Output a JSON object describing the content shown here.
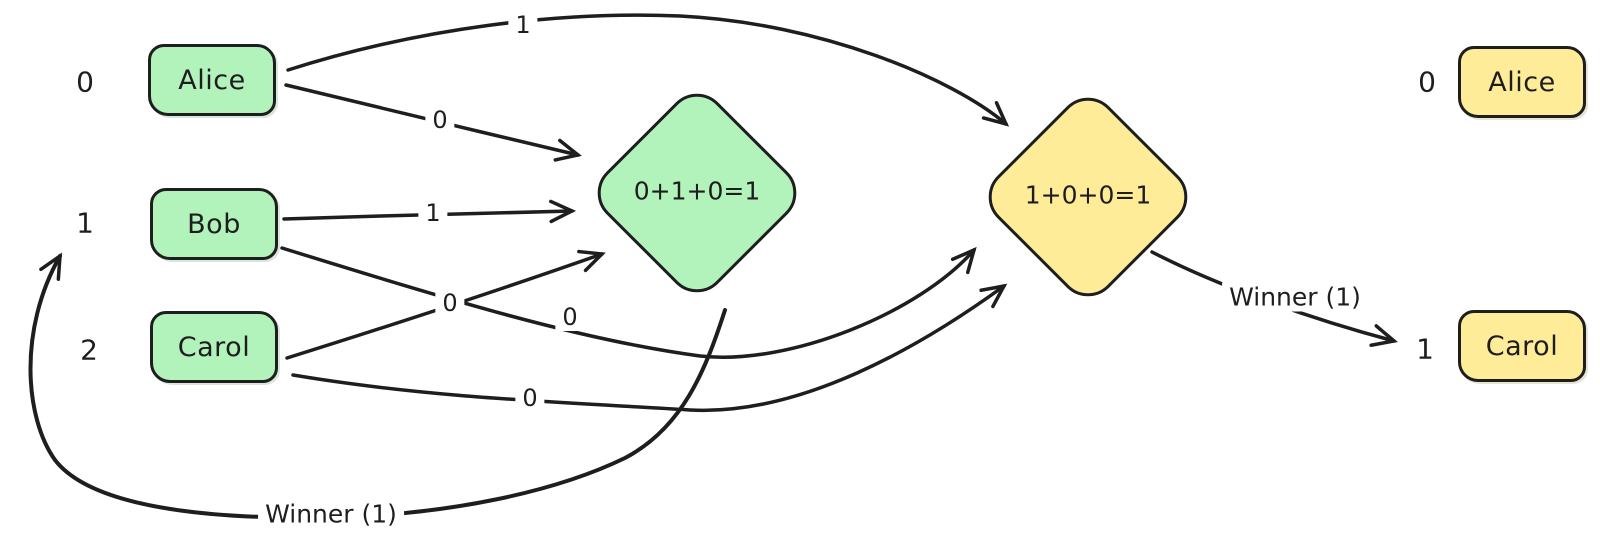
{
  "colors": {
    "background": "#ffffff",
    "stroke": "#1e1e1e",
    "round1_fill": "#b2f2bb",
    "round2_fill": "#ffec99"
  },
  "round1": {
    "voters": [
      {
        "index": "0",
        "name": "Alice"
      },
      {
        "index": "1",
        "name": "Bob"
      },
      {
        "index": "2",
        "name": "Carol"
      }
    ],
    "tally": "0+1+0=1",
    "winner_label": "Winner (1)"
  },
  "round2": {
    "tally": "1+0+0=1",
    "winner_label": "Winner (1)",
    "results": [
      {
        "index": "0",
        "name": "Alice"
      },
      {
        "index": "1",
        "name": "Carol"
      }
    ]
  },
  "votes": {
    "alice_round1": "0",
    "alice_round2": "1",
    "bob_round1": "1",
    "bob_round2": "0",
    "carol_round1": "0",
    "carol_round2": "0"
  }
}
